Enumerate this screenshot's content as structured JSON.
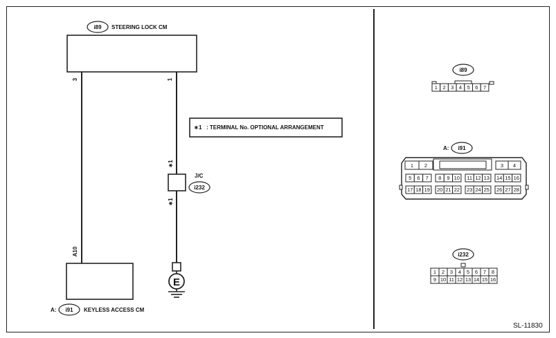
{
  "diagram_id": "SL-11830",
  "note": {
    "mark": "1",
    "text": ": TERMINAL No. OPTIONAL ARRANGEMENT"
  },
  "steering_lock": {
    "connector": "i89",
    "label": "STEERING LOCK CM",
    "pin_left": "3",
    "pin_right": "1"
  },
  "keyless": {
    "prefix": "A:",
    "connector": "i91",
    "label": "KEYLESS ACCESS CM",
    "pin": "A10"
  },
  "jc": {
    "label": "J/C",
    "connector": "i232",
    "mark_top": "1",
    "mark_bottom": "1"
  },
  "ground": {
    "symbol": "E"
  },
  "conn_i89": {
    "name": "i89",
    "pins": [
      "1",
      "2",
      "3",
      "4",
      "5",
      "6",
      "7"
    ]
  },
  "conn_i91": {
    "prefix": "A:",
    "name": "i91",
    "row1_left": [
      "1",
      "2"
    ],
    "row1_right": [
      "3",
      "4"
    ],
    "row2": [
      [
        "5",
        "6",
        "7"
      ],
      [
        "8",
        "9",
        "10"
      ],
      [
        "11",
        "12",
        "13"
      ],
      [
        "14",
        "15",
        "16"
      ]
    ],
    "row3": [
      [
        "17",
        "18",
        "19"
      ],
      [
        "20",
        "21",
        "22"
      ],
      [
        "23",
        "24",
        "25"
      ],
      [
        "26",
        "27",
        "28"
      ]
    ]
  },
  "conn_i232": {
    "name": "i232",
    "row1": [
      "1",
      "2",
      "3",
      "4",
      "5",
      "6",
      "7",
      "8"
    ],
    "row2": [
      "9",
      "10",
      "11",
      "12",
      "13",
      "14",
      "15",
      "16"
    ]
  }
}
